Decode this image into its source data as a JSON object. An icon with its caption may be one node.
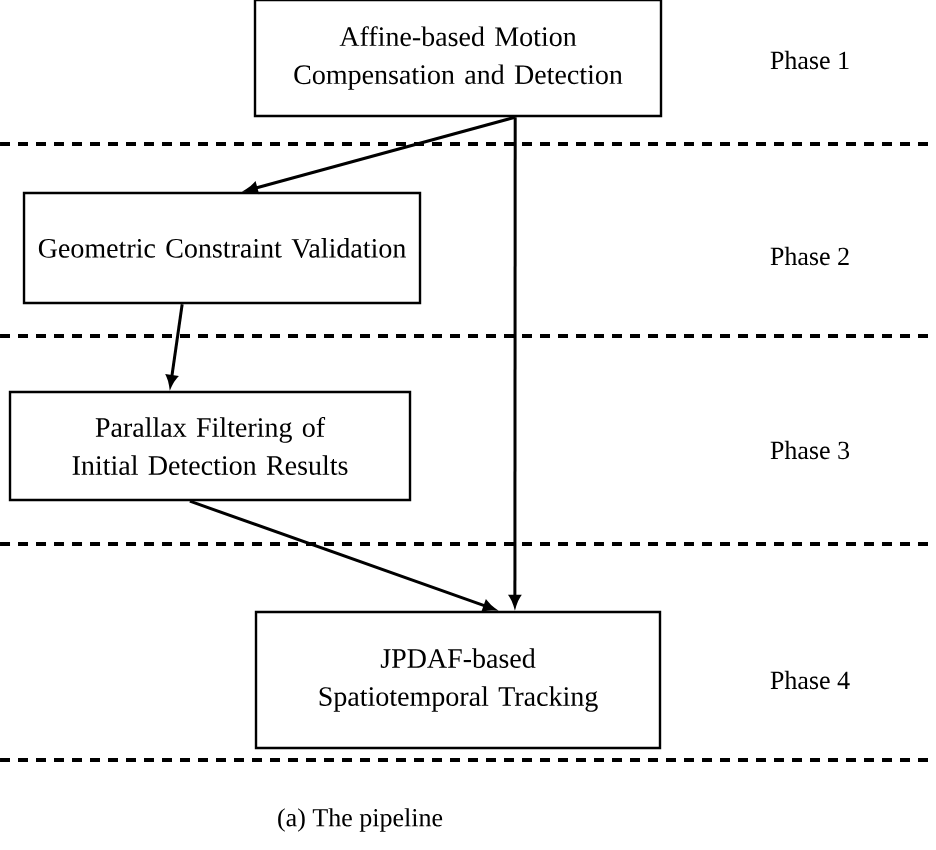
{
  "diagram": {
    "caption": "(a)  The pipeline",
    "nodes": [
      {
        "text": [
          "Affine-based Motion Compensation and Detection"
        ]
      },
      {
        "text": [
          "Geometric Constraint Validation"
        ]
      },
      {
        "text": [
          "Parallax Filtering of Initial Detection Results"
        ]
      },
      {
        "text": [
          "JPDAF-based Spatiotemporal Tracking"
        ]
      }
    ],
    "edges": [
      {
        "from": 0,
        "to": 1,
        "arrow": "to"
      },
      {
        "from": 0,
        "to": 3,
        "arrow": "to"
      },
      {
        "from": 1,
        "to": 2,
        "arrow": "to"
      },
      {
        "from": 2,
        "to": 3,
        "arrow": "to"
      }
    ],
    "labels": [
      "Phase 1",
      "Phase 2",
      "Phase 3",
      "Phase 4"
    ]
  }
}
